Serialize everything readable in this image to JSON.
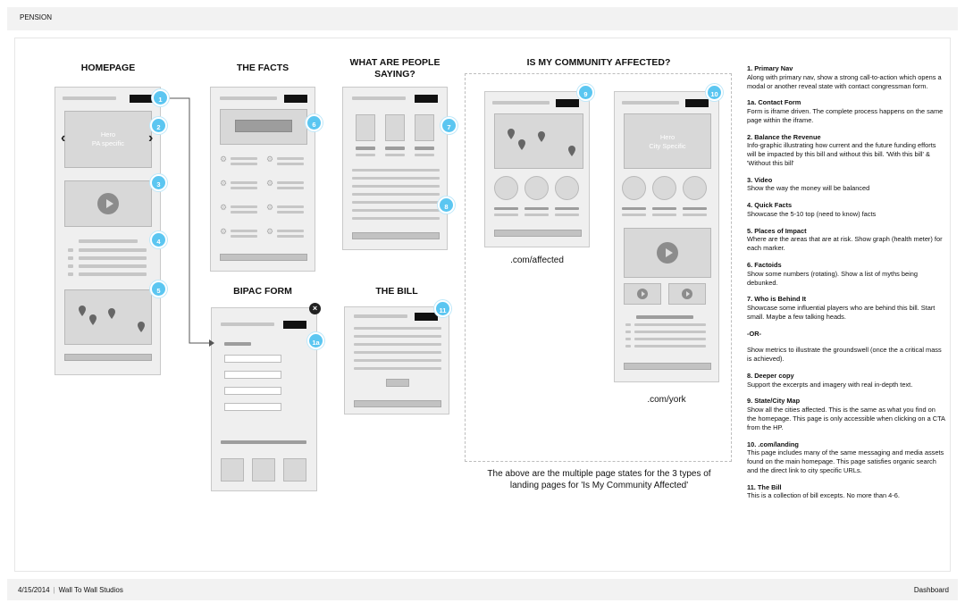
{
  "header": {
    "title": "PENSION"
  },
  "footer": {
    "date": "4/15/2014",
    "separator": "|",
    "studio": "Wall To Wall Studios",
    "dashboard": "Dashboard"
  },
  "sections": {
    "homepage": "HOMEPAGE",
    "facts": "THE FACTS",
    "people": "WHAT ARE PEOPLE SAYING?",
    "community": "IS MY COMMUNITY AFFECTED?",
    "bipac": "BIPAC FORM",
    "bill": "THE BILL"
  },
  "hero": {
    "pa": "Hero\nPA specific",
    "city": "Hero\nCity Specific"
  },
  "badges": {
    "b1": "1",
    "b2": "2",
    "b3": "3",
    "b4": "4",
    "b5": "5",
    "b6": "6",
    "b7": "7",
    "b8": "8",
    "b9": "9",
    "b10": "10",
    "b11": "11",
    "b1a": "1a"
  },
  "captions": {
    "affected": ".com/affected",
    "york": ".com/york",
    "community_note": "The above are the multiple page states for the 3 types of landing pages for 'Is My Community Affected'"
  },
  "notes": [
    {
      "heading": "1. Primary Nav",
      "body": "Along with primary nav, show a strong call-to-action which opens a modal or another reveal state with contact congressman form."
    },
    {
      "heading": "1a. Contact Form",
      "body": "Form is iframe driven. The complete process happens on the same page within the iframe."
    },
    {
      "heading": "2. Balance the Revenue",
      "body": "Info-graphic illustrating how current and the future funding efforts will be impacted by this bill and without this bill. 'With this bill' & 'Without this bill'"
    },
    {
      "heading": "3. Video",
      "body": "Show the way the money will be balanced"
    },
    {
      "heading": "4. Quick Facts",
      "body": "Showcase the 5-10 top (need to know) facts"
    },
    {
      "heading": "5. Places of Impact",
      "body": "Where are the areas that are at risk. Show graph (health meter) for each marker."
    },
    {
      "heading": "6. Factoids",
      "body": "Show some numbers (rotating). Show a list of myths being debunked."
    },
    {
      "heading": "7. Who is Behind It",
      "body": "Showcase some influential players who are behind this bill. Start small. Maybe a few talking heads."
    },
    {
      "heading": "-OR-",
      "body": ""
    },
    {
      "heading": "",
      "body": "Show metrics to illustrate the groundswell (once the a critical mass is achieved)."
    },
    {
      "heading": "8. Deeper copy",
      "body": "Support the excerpts and imagery with real in-depth text."
    },
    {
      "heading": "9. State/City Map",
      "body": "Show all the cities affected. This is the same as what you find on the homepage. This page is only accessible when clicking on a CTA from the HP."
    },
    {
      "heading": "10. .com/landing",
      "body": "This page includes many of the same messaging and media assets found on the main homepage. This page satisfies organic search and the direct link to city specific URLs."
    },
    {
      "heading": "11. The Bill",
      "body": "This is a collection of bill excepts. No more than 4-6."
    }
  ]
}
